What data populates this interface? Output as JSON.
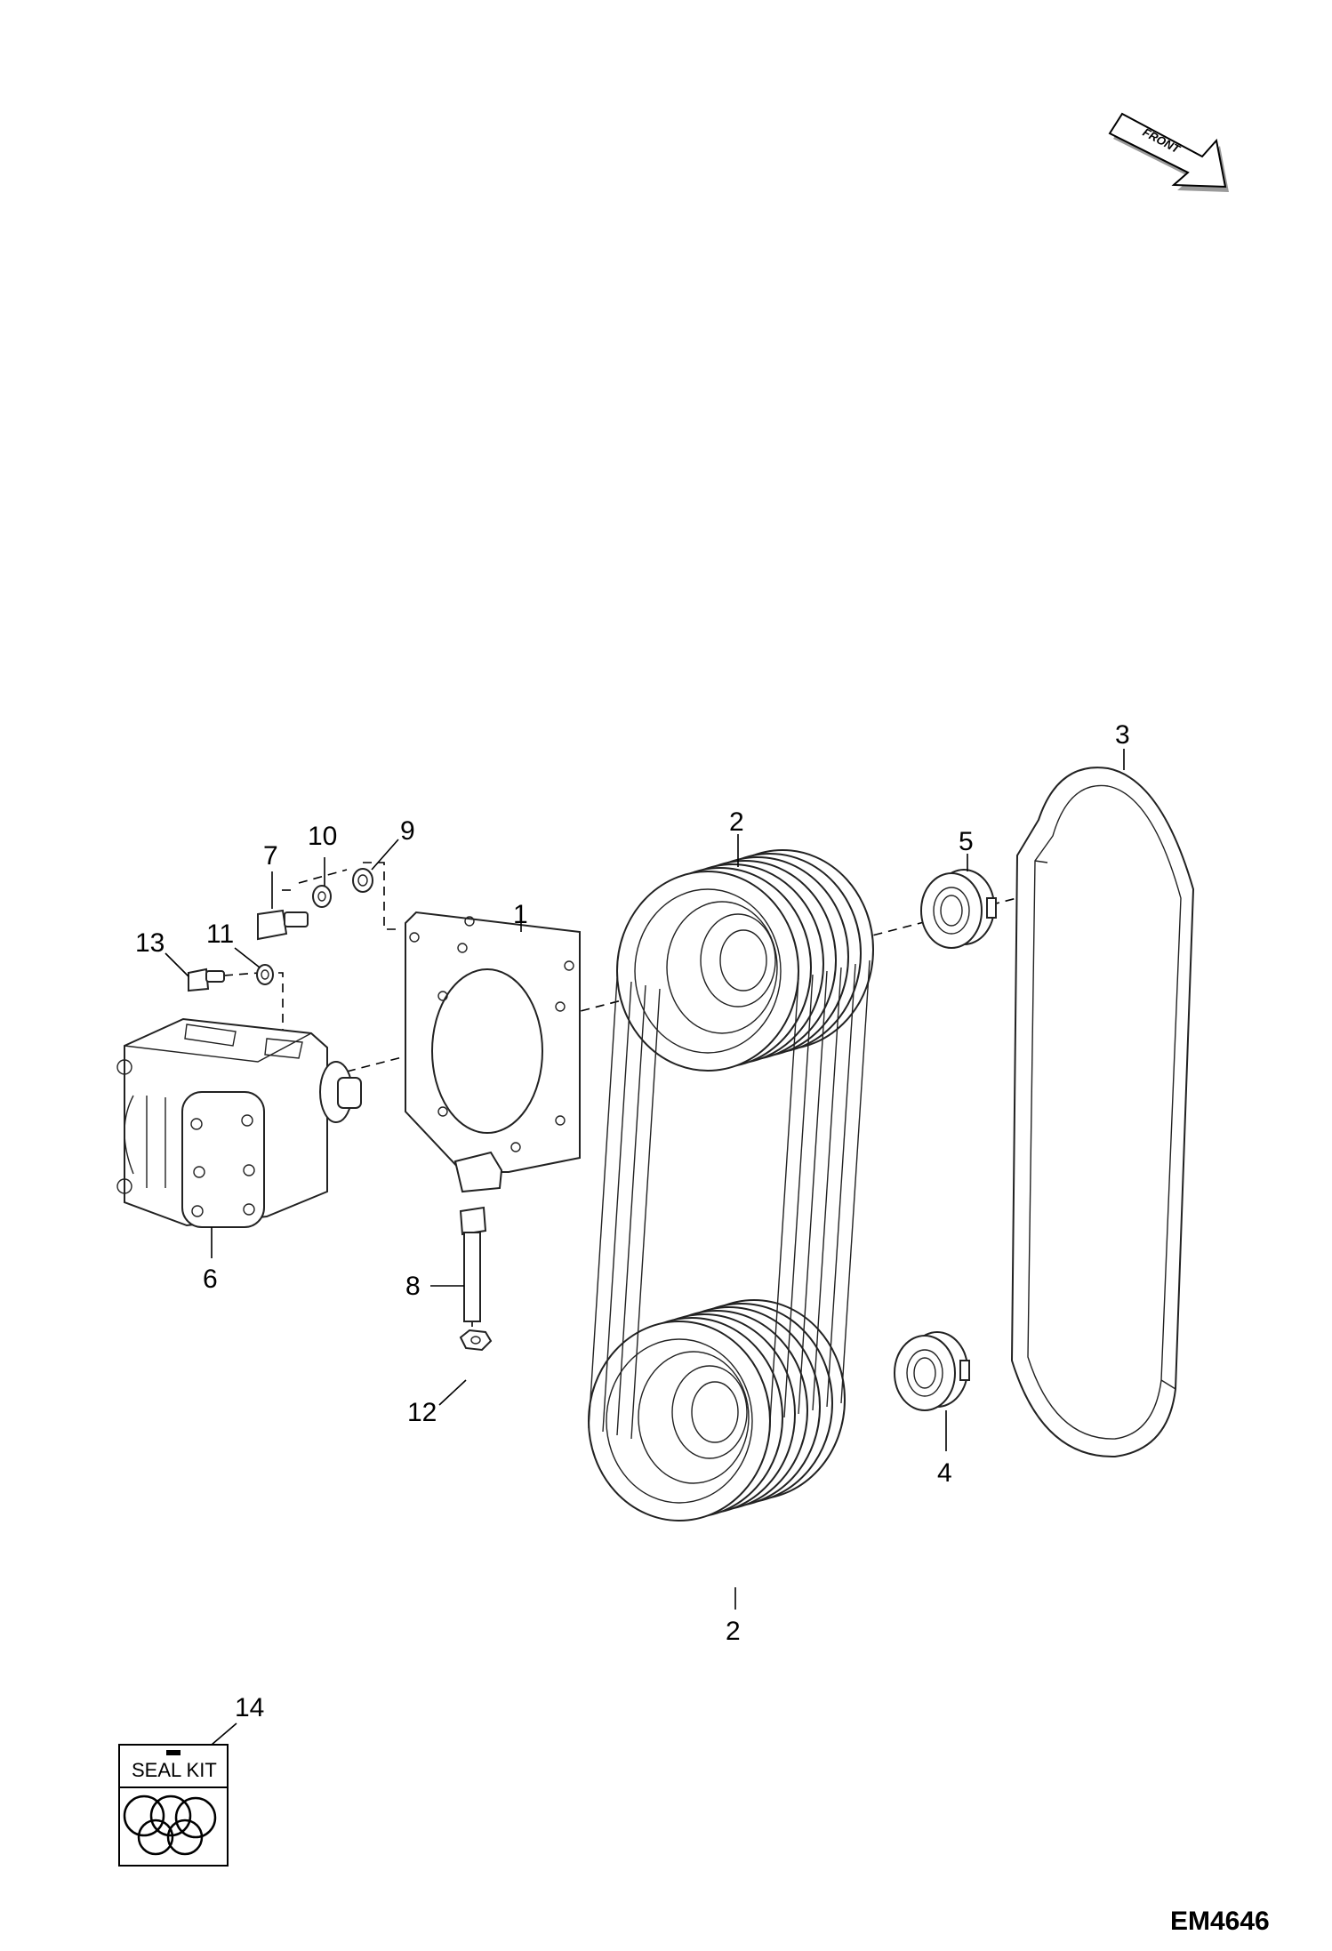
{
  "drawing_id": "EM4646",
  "orientation_arrow": {
    "label": "FRONT",
    "icon": "front-direction-arrow-icon"
  },
  "callouts": {
    "c1": "1",
    "c2_top": "2",
    "c2_bottom": "2",
    "c3": "3",
    "c4": "4",
    "c5": "5",
    "c6": "6",
    "c7": "7",
    "c8": "8",
    "c9": "9",
    "c10": "10",
    "c11": "11",
    "c12": "12",
    "c13": "13",
    "c14": "14"
  },
  "seal_kit": {
    "label": "SEAL KIT",
    "icon": "o-rings-icon"
  }
}
